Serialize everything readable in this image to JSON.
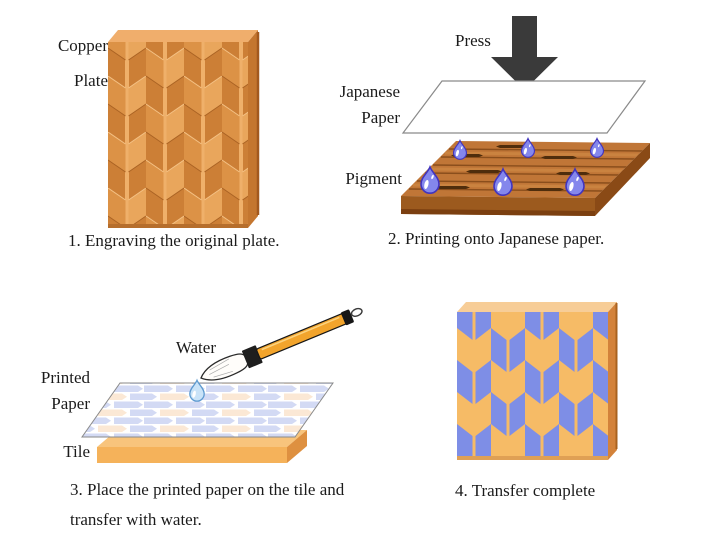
{
  "figure": {
    "type": "process-diagram",
    "subject": "Transferring an engraved pattern onto a tile",
    "steps": [
      {
        "id": 1,
        "caption": "1. Engraving the original plate.",
        "labels": {
          "line1": "Copper",
          "line2": "Plate"
        }
      },
      {
        "id": 2,
        "caption": "2. Printing onto Japanese paper.",
        "labels": {
          "press": "Press",
          "paper_line1": "Japanese",
          "paper_line2": "Paper",
          "pigment": "Pigment"
        }
      },
      {
        "id": 3,
        "caption_line1": "3. Place the printed paper on the tile and",
        "caption_line2": "transfer with water.",
        "labels": {
          "water": "Water",
          "paper_line1": "Printed",
          "paper_line2": "Paper",
          "tile": "Tile"
        }
      },
      {
        "id": 4,
        "caption": "4. Transfer complete"
      }
    ]
  },
  "colors": {
    "text": "#1B1B1B",
    "copper_plate_base": "#CC7F36",
    "copper_feather_light": "#E9A65C",
    "copper_feather_mid": "#DC9246",
    "copper_top_edge": "#F0AE6C",
    "copper_side_edge": "#C4762F",
    "press_arrow": "#3A3A3A",
    "paper_outline": "#8A8A8A",
    "pigment_wood": "#C07637",
    "pigment_wood_dark": "#8A4E1C",
    "droplet_purple": "#8487EC",
    "droplet_outline": "#4134BE",
    "water_drop_blue": "#C9E3F8",
    "brush_handle_orange": "#F2A42C",
    "print_lavender": "#CBD3F2",
    "print_peach": "#FAE4CE",
    "tile_orange": "#F6BB66",
    "tile_pattern_blue": "#7E8EE6",
    "tile_top_edge": "#F7CD97",
    "tile_side_edge": "#D3823A"
  }
}
